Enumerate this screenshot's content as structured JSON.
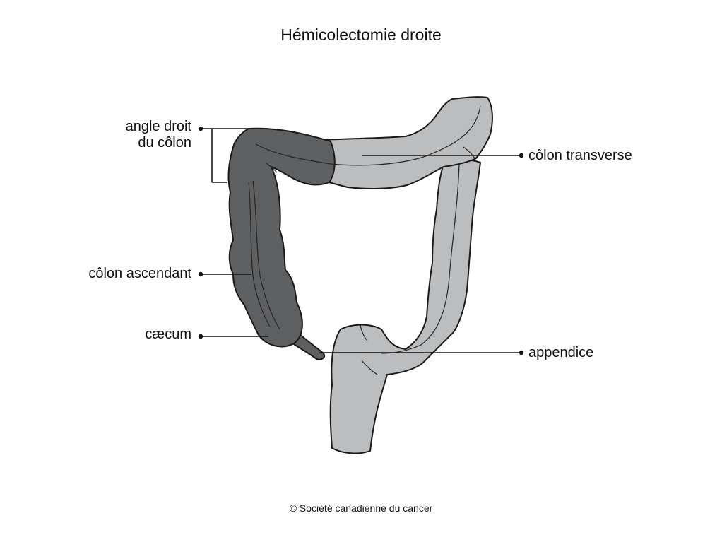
{
  "title": "Hémicolectomie droite",
  "labels": {
    "angle_line1": "angle droit",
    "angle_line2": "du côlon",
    "ascending": "côlon ascendant",
    "caecum": "cæcum",
    "transverse": "côlon transverse",
    "appendix": "appendice"
  },
  "credit": "© Société canadienne du cancer",
  "colors": {
    "resected": "#5e5f61",
    "remaining": "#bcbdbf",
    "outline": "#1a1a1a",
    "text": "#111111"
  }
}
